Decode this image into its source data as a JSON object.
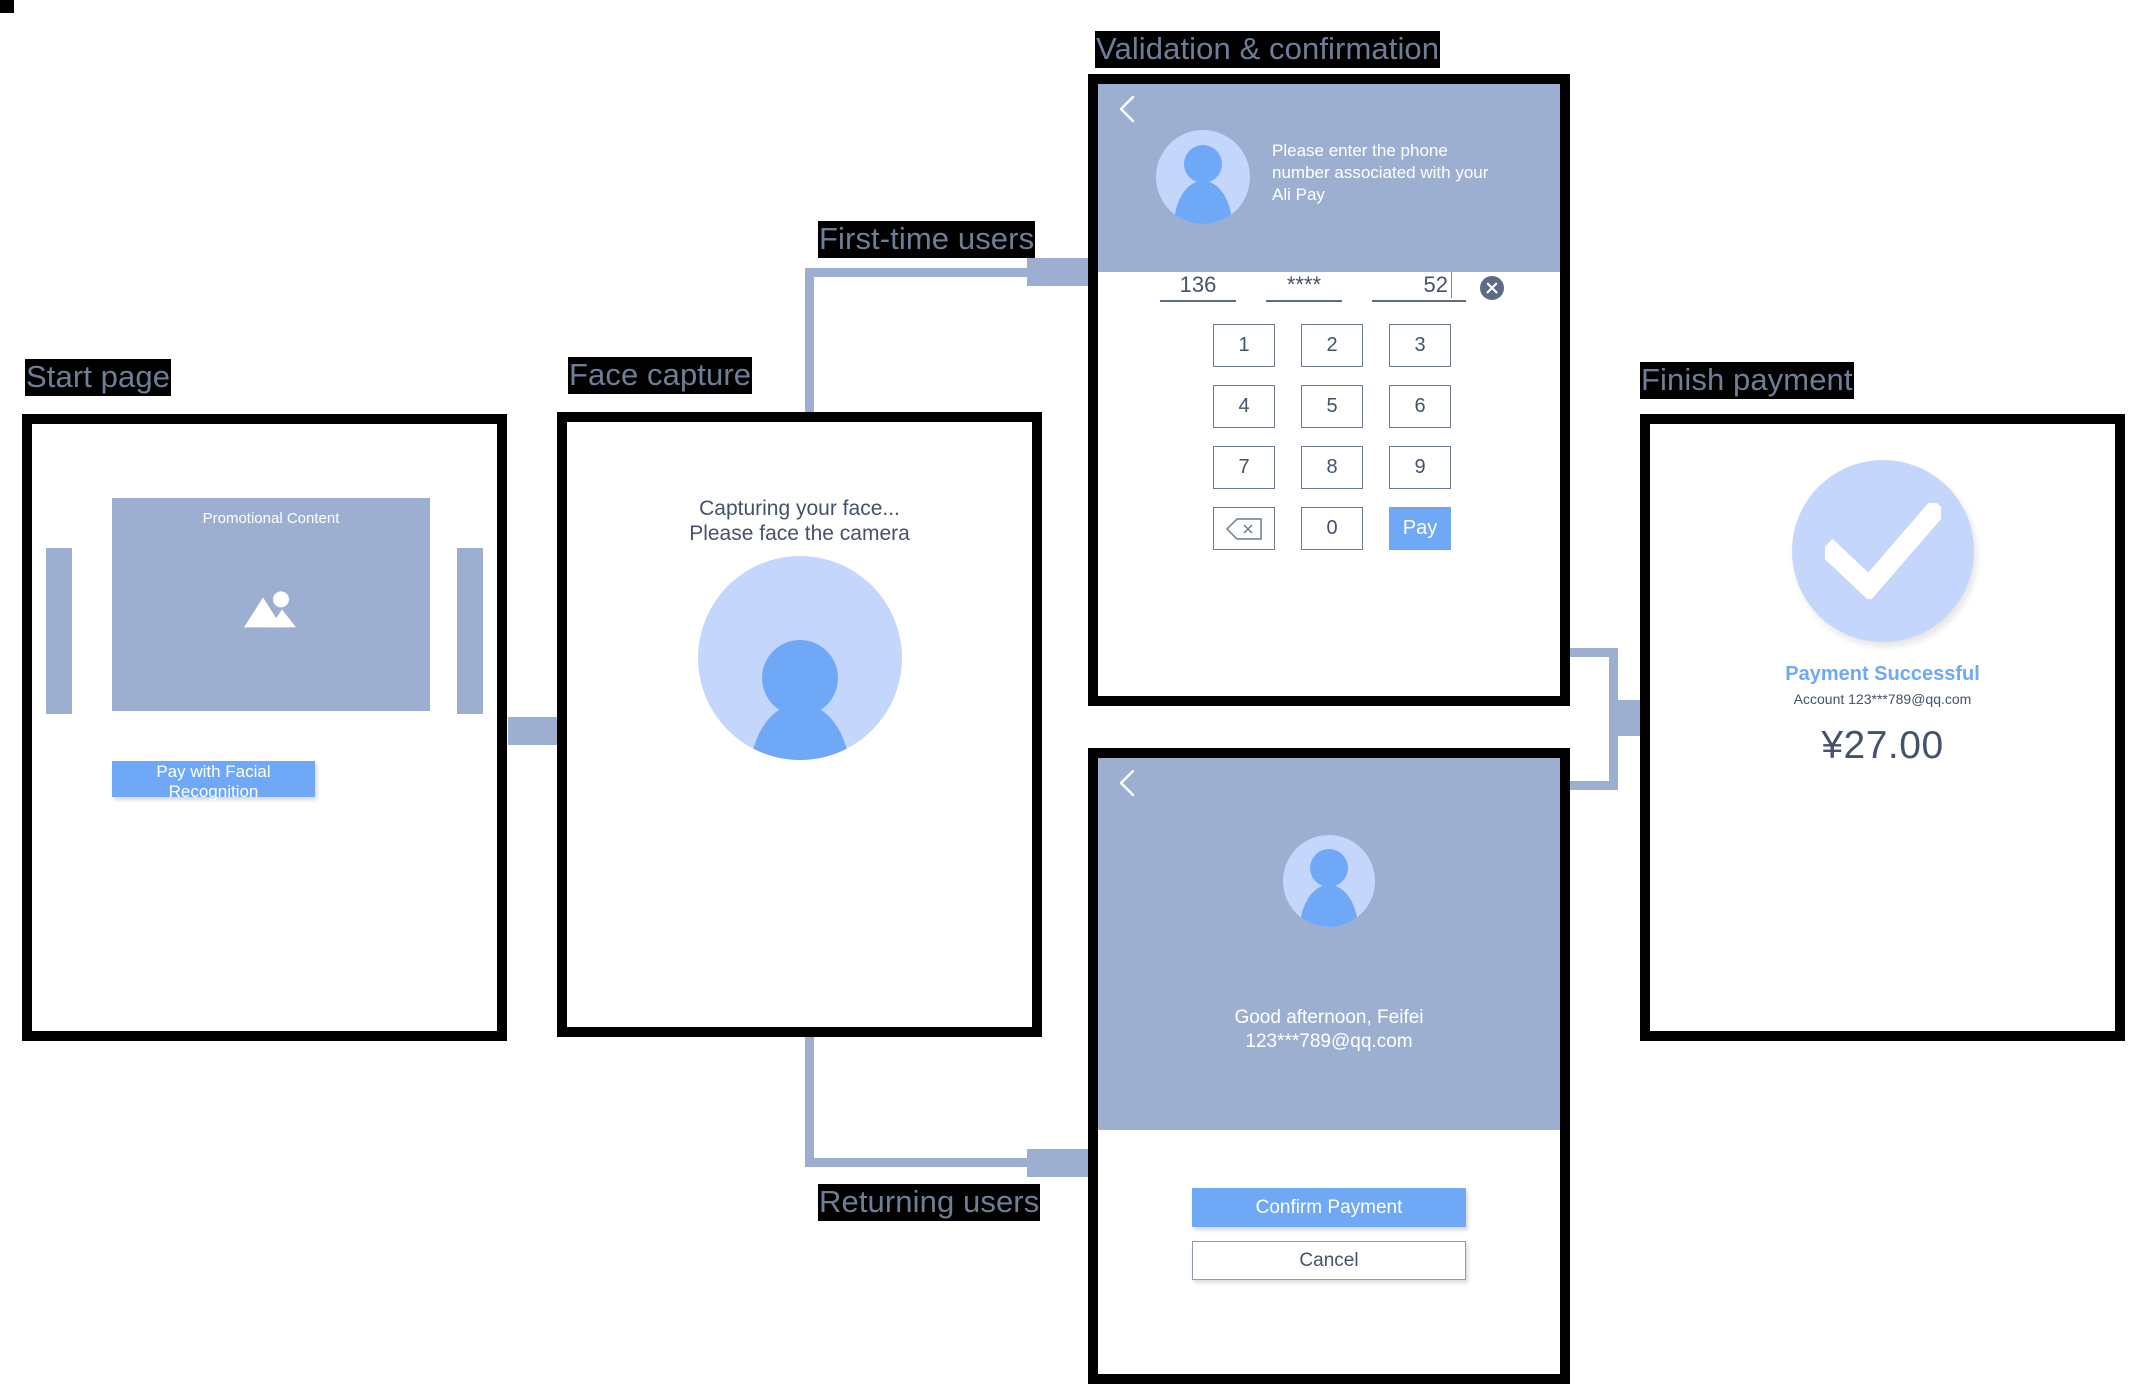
{
  "meta": {
    "title": "Facial recognition payment flow wireframe",
    "colors": {
      "muted_blue": "#9cafd1",
      "accent_blue": "#6fa8f7",
      "light_blue": "#c4d6fb",
      "ink": "#45526b",
      "frame_black": "#000000"
    }
  },
  "captions": {
    "start_page": "Start page",
    "face_capture": "Face capture",
    "validation": "Validation & confirmation",
    "finish_payment": "Finish payment"
  },
  "connector_labels": {
    "first_time": "First-time users",
    "returning": "Returning users"
  },
  "start_page": {
    "promo_label": "Promotional Content",
    "promo_icon": "image-placeholder-icon",
    "pay_button": "Pay with Facial Recognition",
    "left_bar_icon": "carousel-arrow-left",
    "right_bar_icon": "carousel-arrow-right"
  },
  "face_capture": {
    "line1": "Capturing your face...",
    "line2": "Please face the camera",
    "avatar_icon": "person-icon"
  },
  "validation": {
    "back_icon": "back-chevron-icon",
    "avatar_icon": "person-avatar-icon",
    "prompt": "Please enter the phone number associated with your Ali Pay",
    "phone_segments": [
      {
        "value": "136",
        "name": "phone-part-1"
      },
      {
        "value": "****",
        "name": "phone-part-2"
      },
      {
        "value": "52",
        "name": "phone-part-3"
      }
    ],
    "clear_icon": "clear-circle-x-icon",
    "keys": [
      {
        "label": "1",
        "name": "key-1",
        "type": "digit"
      },
      {
        "label": "2",
        "name": "key-2",
        "type": "digit"
      },
      {
        "label": "3",
        "name": "key-3",
        "type": "digit"
      },
      {
        "label": "4",
        "name": "key-4",
        "type": "digit"
      },
      {
        "label": "5",
        "name": "key-5",
        "type": "digit"
      },
      {
        "label": "6",
        "name": "key-6",
        "type": "digit"
      },
      {
        "label": "7",
        "name": "key-7",
        "type": "digit"
      },
      {
        "label": "8",
        "name": "key-8",
        "type": "digit"
      },
      {
        "label": "9",
        "name": "key-9",
        "type": "digit"
      },
      {
        "label": "",
        "name": "key-backspace",
        "type": "backspace"
      },
      {
        "label": "0",
        "name": "key-0",
        "type": "digit"
      },
      {
        "label": "Pay",
        "name": "key-pay",
        "type": "pay"
      }
    ]
  },
  "confirm": {
    "back_icon": "back-chevron-icon",
    "avatar_icon": "person-avatar-icon",
    "greeting": "Good afternoon, Feifei",
    "account": "123***789@qq.com",
    "confirm_button": "Confirm Payment",
    "cancel_button": "Cancel"
  },
  "finish": {
    "check_icon": "checkmark-icon",
    "title": "Payment Successful",
    "account": "Account 123***789@qq.com",
    "amount": "¥27.00"
  }
}
